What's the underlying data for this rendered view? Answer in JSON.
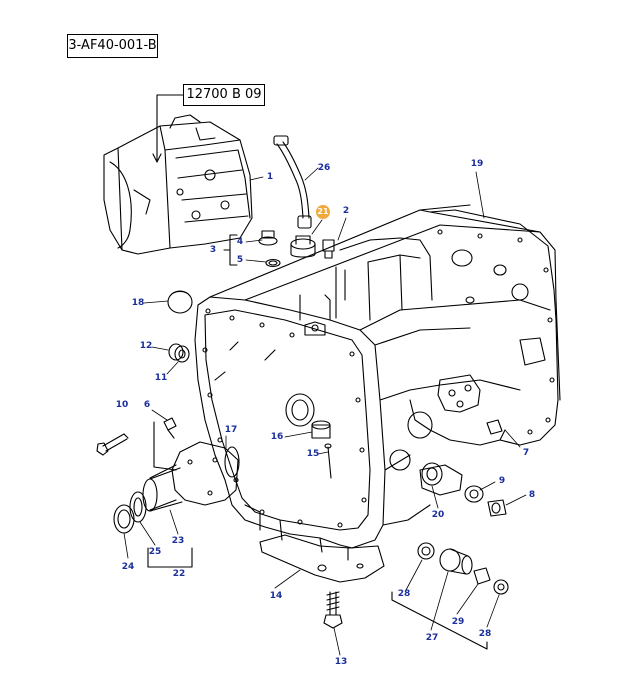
{
  "diagram": {
    "drawing_code": "3-AF40-001-B",
    "reference_code": "12700 B 09",
    "highlight_color": "#f2a93b",
    "label_color": "#1a2e9c",
    "callouts": {
      "c1": "1",
      "c2": "2",
      "c3": "3",
      "c4": "4",
      "c5": "5",
      "c6": "6",
      "c7": "7",
      "c8": "8",
      "c9": "9",
      "c10": "10",
      "c11": "11",
      "c12": "12",
      "c13": "13",
      "c14": "14",
      "c15": "15",
      "c16": "16",
      "c17": "17",
      "c18": "18",
      "c19": "19",
      "c20": "20",
      "c21": "21",
      "c22": "22",
      "c23": "23",
      "c24": "24",
      "c25": "25",
      "c26": "26",
      "c27": "27",
      "c28a": "28",
      "c28b": "28",
      "c29": "29"
    }
  }
}
